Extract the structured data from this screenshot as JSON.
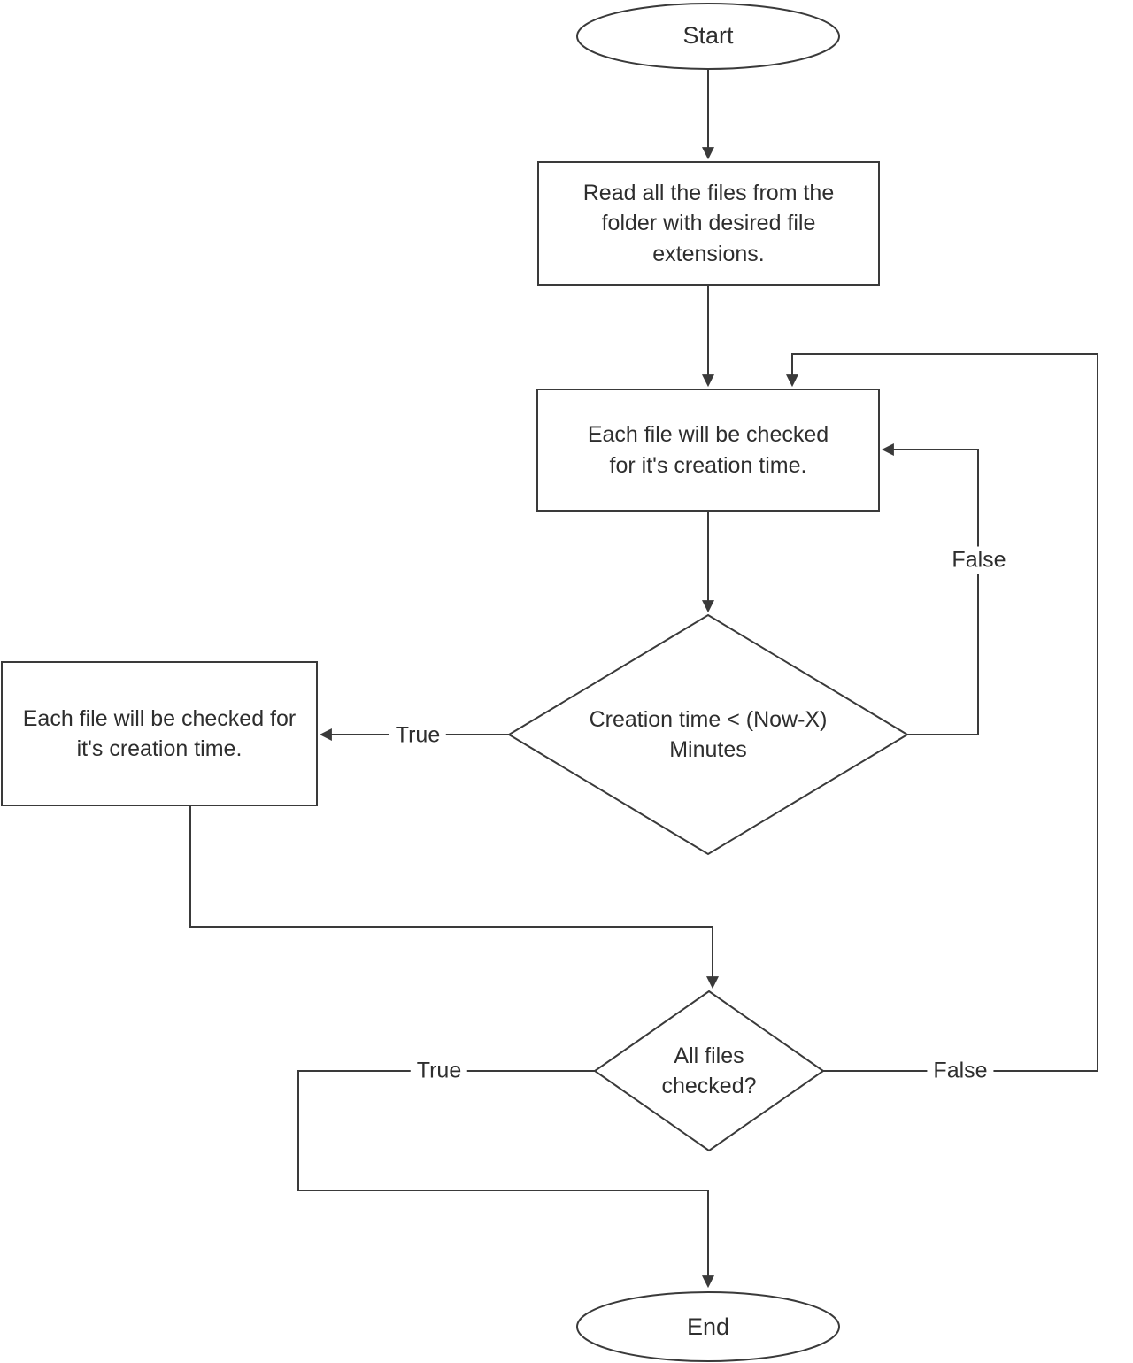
{
  "diagram": {
    "nodes": {
      "start": {
        "label": "Start",
        "type": "terminator"
      },
      "read_files": {
        "label": "Read all the files from the folder with desired file extensions.",
        "type": "process"
      },
      "check_file": {
        "label": "Each file will be checked for it's creation time.",
        "type": "process"
      },
      "creation_decision": {
        "label": "Creation time < (Now-X) Minutes",
        "type": "decision"
      },
      "true_branch_box": {
        "label": "Each file will be checked for it's creation time.",
        "type": "process"
      },
      "all_checked_decision": {
        "label": "All files checked?",
        "type": "decision"
      },
      "end": {
        "label": "End",
        "type": "terminator"
      }
    },
    "edge_labels": {
      "creation_true": "True",
      "creation_false": "False",
      "all_checked_true": "True",
      "all_checked_false": "False"
    },
    "colors": {
      "stroke": "#3a3a3a",
      "text": "#2e2e2e",
      "background": "#ffffff"
    }
  }
}
